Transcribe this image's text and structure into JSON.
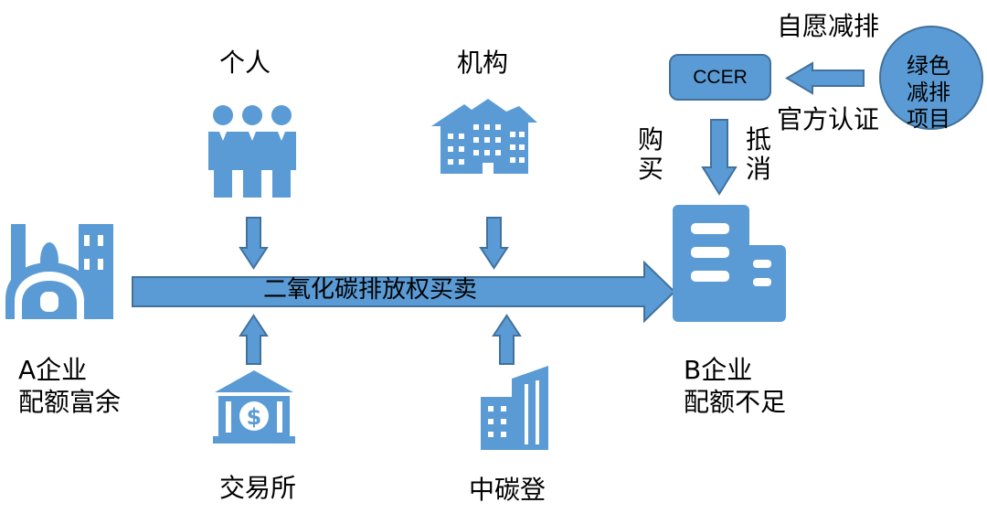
{
  "nodes": {
    "individual": "个人",
    "institution": "机构",
    "exchange": "交易所",
    "registry": "中碳登",
    "company_a_name": "A企业",
    "company_a_status": "配额富余",
    "company_b_name": "B企业",
    "company_b_status": "配额不足",
    "ccer": "CCER",
    "green_project": "绿色减排项目"
  },
  "edges": {
    "main_trade": "二氧化碳排放权买卖",
    "voluntary": "自愿减排",
    "official_cert": "官方认证",
    "purchase": "购买",
    "offset": "抵消"
  },
  "colors": {
    "fill": "#5b9bd5",
    "stroke": "#41719c",
    "icon": "#5b9bd5"
  }
}
